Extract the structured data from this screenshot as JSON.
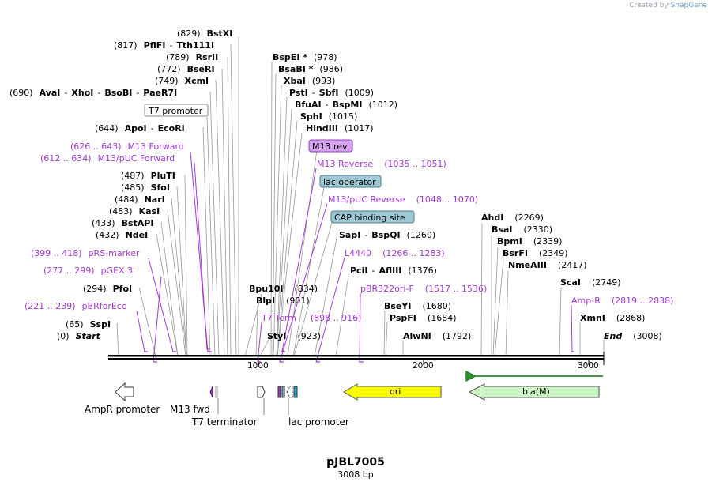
{
  "credit": {
    "prefix": "Created by",
    "brand": "SnapGene"
  },
  "title": "pJBL7005",
  "subtitle": "3008 bp",
  "axis_ticks": [
    "1000",
    "2000",
    "3000"
  ],
  "sites": [
    {
      "pos": "(829)",
      "name": "BstXI"
    },
    {
      "pos": "(817)",
      "name": "PflFI",
      "alt": "Tth111I"
    },
    {
      "pos": "(789)",
      "name": "RsrII"
    },
    {
      "pos": "(772)",
      "name": "BseRI"
    },
    {
      "pos": "(749)",
      "name": "XcmI"
    },
    {
      "pos": "(690)",
      "name": "AvaI",
      "alt": "XhoI",
      "alt2": "BsoBI",
      "alt3": "PaeR7I"
    },
    {
      "pos": "(644)",
      "name": "ApoI",
      "alt": "EcoRI"
    },
    {
      "pos": "(487)",
      "name": "PluTI"
    },
    {
      "pos": "(485)",
      "name": "SfoI"
    },
    {
      "pos": "(484)",
      "name": "NarI"
    },
    {
      "pos": "(483)",
      "name": "KasI"
    },
    {
      "pos": "(433)",
      "name": "BstAPI"
    },
    {
      "pos": "(432)",
      "name": "NdeI"
    },
    {
      "pos": "(294)",
      "name": "PfoI"
    },
    {
      "pos": "(65)",
      "name": "SspI"
    },
    {
      "pos": "(0)",
      "name": "Start"
    },
    {
      "pos": "(978)",
      "name": "BspEI *"
    },
    {
      "pos": "(986)",
      "name": "BsaBI *"
    },
    {
      "pos": "(993)",
      "name": "XbaI"
    },
    {
      "pos": "(1009)",
      "name": "PstI",
      "alt": "SbfI"
    },
    {
      "pos": "(1012)",
      "name": "BfuAI",
      "alt": "BspMI"
    },
    {
      "pos": "(1015)",
      "name": "SphI"
    },
    {
      "pos": "(1017)",
      "name": "HindIII"
    },
    {
      "pos": "(1260)",
      "name": "SapI",
      "alt": "BspQI"
    },
    {
      "pos": "(1376)",
      "name": "PciI",
      "alt": "AflIII"
    },
    {
      "pos": "(834)",
      "name": "Bpu10I"
    },
    {
      "pos": "(901)",
      "name": "BlpI"
    },
    {
      "pos": "(923)",
      "name": "StyI"
    },
    {
      "pos": "(1680)",
      "name": "BseYI"
    },
    {
      "pos": "(1684)",
      "name": "PspFI"
    },
    {
      "pos": "(1792)",
      "name": "AlwNI"
    },
    {
      "pos": "(2269)",
      "name": "AhdI"
    },
    {
      "pos": "(2330)",
      "name": "BsaI"
    },
    {
      "pos": "(2339)",
      "name": "BpmI"
    },
    {
      "pos": "(2349)",
      "name": "BsrFI"
    },
    {
      "pos": "(2417)",
      "name": "NmeAIII"
    },
    {
      "pos": "(2749)",
      "name": "ScaI"
    },
    {
      "pos": "(2868)",
      "name": "XmnI"
    },
    {
      "pos": "(3008)",
      "name": "End"
    }
  ],
  "primers": [
    {
      "range": "(626 .. 643)",
      "name": "M13 Forward"
    },
    {
      "range": "(612 .. 634)",
      "name": "M13/pUC Forward"
    },
    {
      "range": "(399 .. 418)",
      "name": "pRS-marker"
    },
    {
      "range": "(277 .. 299)",
      "name": "pGEX 3'"
    },
    {
      "range": "(221 .. 239)",
      "name": "pBRforEco"
    },
    {
      "range": "(1035 .. 1051)",
      "name": "M13 Reverse"
    },
    {
      "range": "(1048 .. 1070)",
      "name": "M13/pUC Reverse"
    },
    {
      "range": "(1266 .. 1283)",
      "name": "L4440"
    },
    {
      "range": "(1517 .. 1536)",
      "name": "pBR322ori-F"
    },
    {
      "range": "(898 .. 916)",
      "name": "T7 Term"
    },
    {
      "range": "(2819 .. 2838)",
      "name": "Amp-R"
    }
  ],
  "boxed_features": [
    "T7 promoter",
    "M13 rev",
    "lac operator",
    "CAP binding site"
  ],
  "features": [
    "ori",
    "bla(M)"
  ],
  "feature_labels": [
    "AmpR promoter",
    "M13 fwd",
    "T7 terminator",
    "lac promoter"
  ],
  "colors": {
    "primer": "#a23ad0",
    "ori": "#ffff00",
    "bla": "#ccf5c4",
    "m13rev_box": "#d7a3f0",
    "lac_box": "#9ec8d4",
    "leader": "#999999"
  }
}
